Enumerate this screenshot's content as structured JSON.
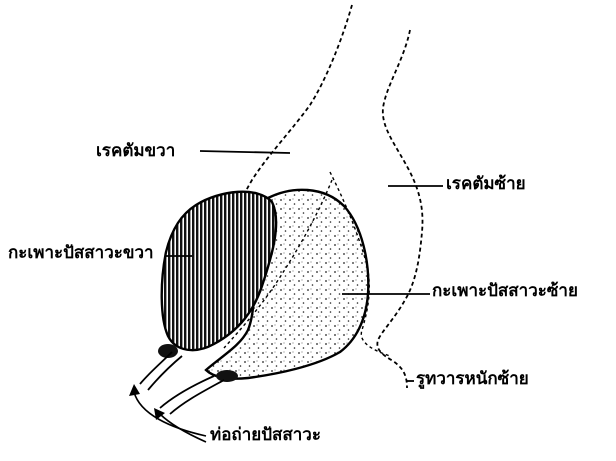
{
  "labels": {
    "rectum_right": "เรคตัมขวา",
    "rectum_left": "เรคตัมซ้าย",
    "bladder_right": "กะเพาะปัสสาวะขวา",
    "bladder_left": "กะเพาะปัสสาวะซ้าย",
    "anus_left": "รูทวารหนักซ้าย",
    "urethra": "ท่อถ่ายปัสสาวะ"
  },
  "colors": {
    "ink": "#000000",
    "paper": "#ffffff"
  }
}
